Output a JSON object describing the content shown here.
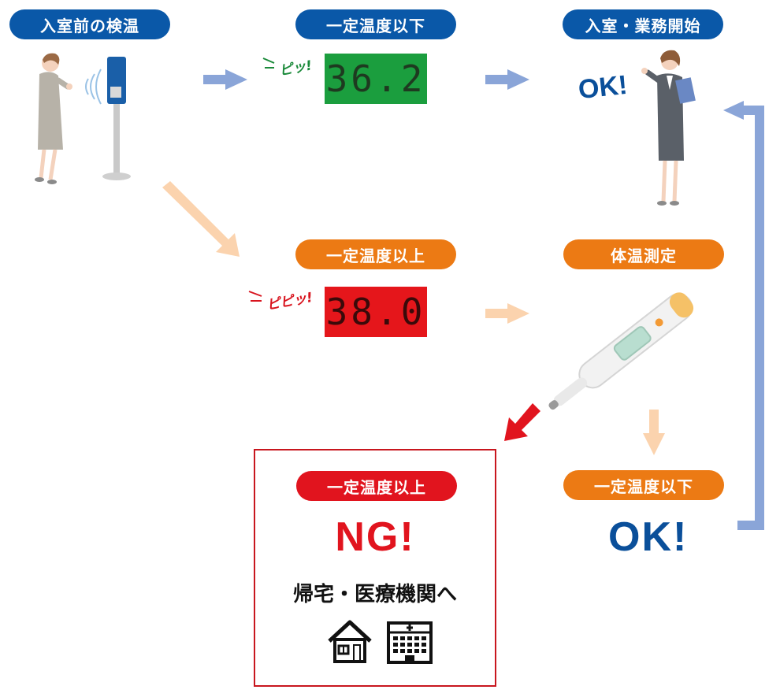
{
  "labels": {
    "pre_entry_check": "入室前の検温",
    "below_threshold_top": "一定温度以下",
    "entry_start_work": "入室・業務開始",
    "above_threshold_mid": "一定温度以上",
    "body_temp_measure": "体温測定",
    "above_threshold_ng": "一定温度以上",
    "below_threshold_ok": "一定温度以下"
  },
  "readings": {
    "normal": "36.2",
    "high": "38.0"
  },
  "beeps": {
    "normal": "ピッ!",
    "high": "ピピッ!"
  },
  "results": {
    "ok_top": "OK!",
    "ok_bottom": "OK!",
    "ng": "NG!",
    "ng_action": "帰宅・医療機関へ"
  },
  "icons": {
    "house": "house-icon",
    "hospital": "hospital-icon"
  },
  "colors": {
    "blue": "#0a58a8",
    "orange": "#ec7a14",
    "red": "#e1141e",
    "green_display": "#1b9e3e",
    "red_display": "#e5161b",
    "arrow_blue": "#8aa5d8",
    "arrow_peach": "#fbd3ae"
  }
}
